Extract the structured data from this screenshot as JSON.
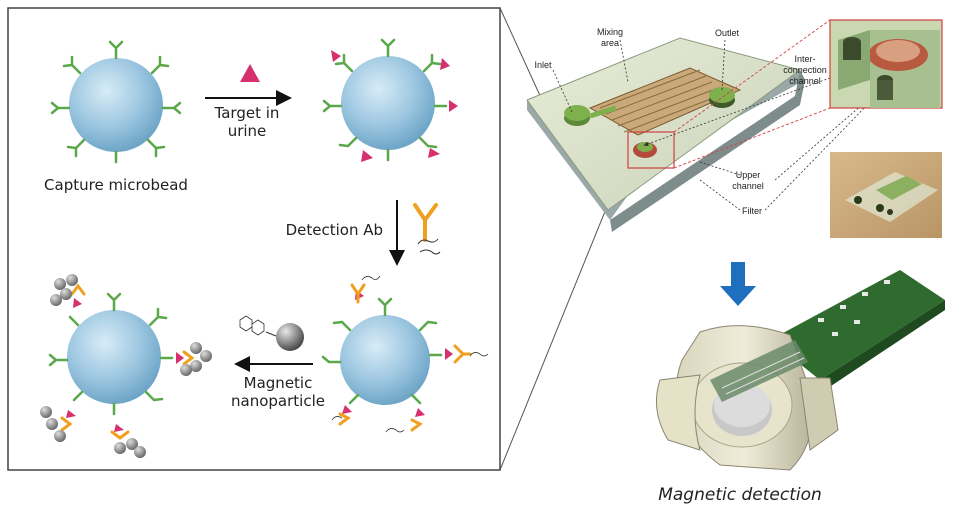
{
  "assay": {
    "capture_microbead": "Capture microbead",
    "target_line1": "Target in",
    "target_line2": "urine",
    "detection_ab": "Detection Ab",
    "magnetic_line1": "Magnetic",
    "magnetic_line2": "nanoparticle"
  },
  "chip": {
    "mixing_line1": "Mixing",
    "mixing_line2": "area",
    "outlet": "Outlet",
    "inlet": "Inlet",
    "inter_line1": "Inter-",
    "inter_line2": "connection",
    "inter_line3": "channel",
    "upper_line1": "Upper",
    "upper_line2": "channel",
    "filter": "Filter"
  },
  "detection": {
    "caption": "Magnetic detection"
  },
  "colors": {
    "bead": "#9cc6e0",
    "antibody_green": "#5aa84a",
    "target_pink": "#d6306e",
    "detection_orange": "#f0a020",
    "nanoparticle_grey": "#8a8a8a",
    "arrow_blue": "#1f6fbf",
    "chip_green": "#a9c68a"
  }
}
